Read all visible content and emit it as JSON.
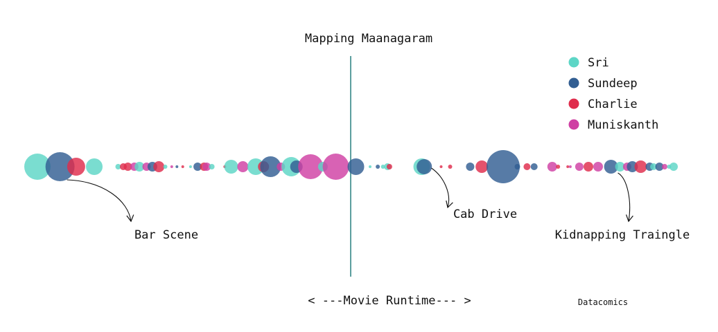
{
  "chart_data": {
    "type": "scatter",
    "title": "Mapping Maanagaram",
    "xlabel": "< ---Movie Runtime--- >",
    "credit": "Datacomics",
    "legend_placement": "top-right",
    "colors": {
      "Sri": "#5dd6c6",
      "Sundeep": "#325e92",
      "Charlie": "#df2c4c",
      "Muniskanth": "#cf3fa3"
    },
    "series": [
      {
        "name": "Sri"
      },
      {
        "name": "Sundeep"
      },
      {
        "name": "Charlie"
      },
      {
        "name": "Muniskanth"
      }
    ],
    "x_range": [
      0,
      100
    ],
    "divider_x": 50,
    "points": [
      {
        "x": 1.5,
        "size": 19,
        "character": "Sri"
      },
      {
        "x": 5.0,
        "size": 21,
        "character": "Sundeep"
      },
      {
        "x": 7.5,
        "size": 13,
        "character": "Charlie"
      },
      {
        "x": 10.3,
        "size": 12,
        "character": "Sri"
      },
      {
        "x": 14.0,
        "size": 4,
        "character": "Sri"
      },
      {
        "x": 14.8,
        "size": 5,
        "character": "Charlie"
      },
      {
        "x": 15.5,
        "size": 6,
        "character": "Charlie"
      },
      {
        "x": 16.5,
        "size": 6,
        "character": "Muniskanth"
      },
      {
        "x": 17.3,
        "size": 7,
        "character": "Sri"
      },
      {
        "x": 18.4,
        "size": 6,
        "character": "Muniskanth"
      },
      {
        "x": 19.3,
        "size": 7,
        "character": "Sundeep"
      },
      {
        "x": 20.3,
        "size": 8,
        "character": "Charlie"
      },
      {
        "x": 21.3,
        "size": 3,
        "character": "Sri"
      },
      {
        "x": 22.3,
        "size": 2,
        "character": "Muniskanth"
      },
      {
        "x": 23.1,
        "size": 2,
        "character": "Sundeep"
      },
      {
        "x": 24.0,
        "size": 2,
        "character": "Charlie"
      },
      {
        "x": 25.2,
        "size": 2,
        "character": "Sri"
      },
      {
        "x": 26.3,
        "size": 6,
        "character": "Sundeep"
      },
      {
        "x": 27.3,
        "size": 6,
        "character": "Charlie"
      },
      {
        "x": 27.7,
        "size": 6,
        "character": "Muniskanth"
      },
      {
        "x": 28.5,
        "size": 4,
        "character": "Sri"
      },
      {
        "x": 30.5,
        "size": 2,
        "character": "Charlie"
      },
      {
        "x": 31.5,
        "size": 10,
        "character": "Sri"
      },
      {
        "x": 33.3,
        "size": 8,
        "character": "Muniskanth"
      },
      {
        "x": 35.3,
        "size": 12,
        "character": "Sri"
      },
      {
        "x": 36.5,
        "size": 8,
        "character": "Charlie"
      },
      {
        "x": 37.6,
        "size": 15,
        "character": "Sundeep"
      },
      {
        "x": 39.2,
        "size": 6,
        "character": "Muniskanth"
      },
      {
        "x": 40.8,
        "size": 14,
        "character": "Sri"
      },
      {
        "x": 41.6,
        "size": 9,
        "character": "Sundeep"
      },
      {
        "x": 43.8,
        "size": 18,
        "character": "Muniskanth"
      },
      {
        "x": 45.7,
        "size": 7,
        "character": "Sri"
      },
      {
        "x": 47.7,
        "size": 19,
        "character": "Muniskanth"
      },
      {
        "x": 50.8,
        "size": 12,
        "character": "Sundeep"
      },
      {
        "x": 53.0,
        "size": 2,
        "character": "Sri"
      },
      {
        "x": 54.2,
        "size": 3,
        "character": "Sundeep"
      },
      {
        "x": 55.0,
        "size": 3,
        "character": "Sri"
      },
      {
        "x": 55.7,
        "size": 5,
        "character": "Sri"
      },
      {
        "x": 56.0,
        "size": 4,
        "character": "Charlie"
      },
      {
        "x": 61.0,
        "size": 12,
        "character": "Sri"
      },
      {
        "x": 61.4,
        "size": 11,
        "character": "Sundeep"
      },
      {
        "x": 64.0,
        "size": 2,
        "character": "Charlie"
      },
      {
        "x": 65.4,
        "size": 3,
        "character": "Charlie"
      },
      {
        "x": 68.5,
        "size": 6,
        "character": "Sundeep"
      },
      {
        "x": 70.3,
        "size": 9,
        "character": "Charlie"
      },
      {
        "x": 73.6,
        "size": 24,
        "character": "Sundeep"
      },
      {
        "x": 75.8,
        "size": 4,
        "character": "Sundeep"
      },
      {
        "x": 77.3,
        "size": 5,
        "character": "Charlie"
      },
      {
        "x": 78.4,
        "size": 5,
        "character": "Sundeep"
      },
      {
        "x": 81.2,
        "size": 7,
        "character": "Muniskanth"
      },
      {
        "x": 82.1,
        "size": 3,
        "character": "Charlie"
      },
      {
        "x": 83.6,
        "size": 2,
        "character": "Charlie"
      },
      {
        "x": 84.0,
        "size": 2,
        "character": "Muniskanth"
      },
      {
        "x": 85.4,
        "size": 6,
        "character": "Muniskanth"
      },
      {
        "x": 86.8,
        "size": 7,
        "character": "Charlie"
      },
      {
        "x": 88.3,
        "size": 7,
        "character": "Muniskanth"
      },
      {
        "x": 90.3,
        "size": 10,
        "character": "Sundeep"
      },
      {
        "x": 91.7,
        "size": 7,
        "character": "Sri"
      },
      {
        "x": 92.8,
        "size": 6,
        "character": "Muniskanth"
      },
      {
        "x": 93.6,
        "size": 8,
        "character": "Sundeep"
      },
      {
        "x": 94.9,
        "size": 9,
        "character": "Charlie"
      },
      {
        "x": 96.3,
        "size": 6,
        "character": "Sundeep"
      },
      {
        "x": 96.9,
        "size": 5,
        "character": "Sri"
      },
      {
        "x": 97.8,
        "size": 6,
        "character": "Sundeep"
      },
      {
        "x": 98.6,
        "size": 4,
        "character": "Muniskanth"
      },
      {
        "x": 99.3,
        "size": 3,
        "character": "Sri"
      },
      {
        "x": 100.0,
        "size": 6,
        "character": "Sri"
      }
    ],
    "annotations": [
      {
        "text": "Bar Scene",
        "x": 5.0
      },
      {
        "text": "Cab Drive",
        "x": 61.0
      },
      {
        "text": "Kidnapping Traingle",
        "x": 90.3
      }
    ]
  }
}
